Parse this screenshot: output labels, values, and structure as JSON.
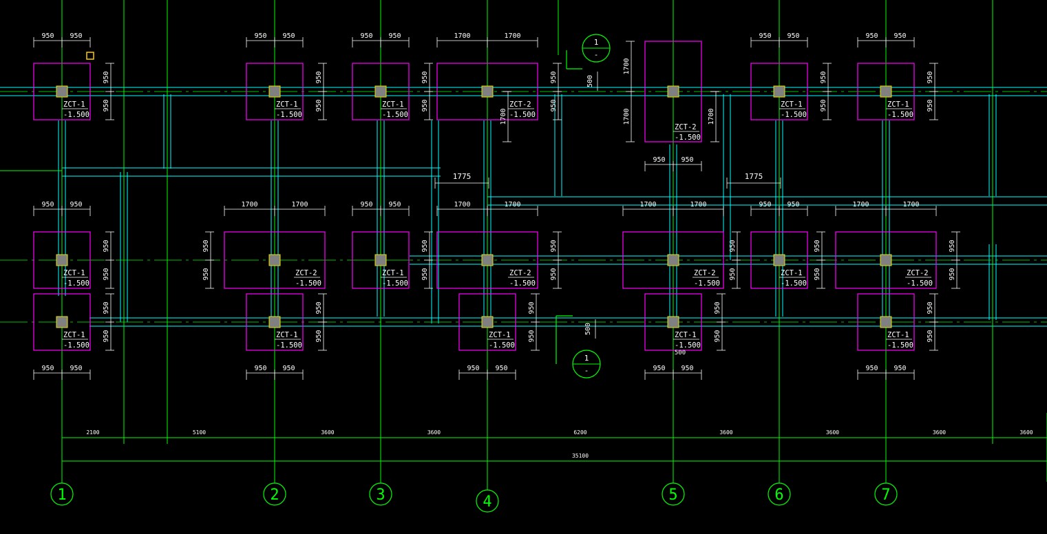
{
  "colors": {
    "background": "#000000",
    "axis": "#00ff00",
    "footing": "#ff00ff",
    "beam": "#00ffff",
    "column_fill": "#808080",
    "column_stroke": "#e8e000",
    "dimension": "#ffffff",
    "selection": "#ffcc00"
  },
  "axes": [
    {
      "label": "1"
    },
    {
      "label": "2"
    },
    {
      "label": "3"
    },
    {
      "label": "4"
    },
    {
      "label": "5"
    },
    {
      "label": "6"
    },
    {
      "label": "7"
    }
  ],
  "footing_types": {
    "small": {
      "name": "ZCT-1",
      "elevation": "-1.500",
      "half_dim": "950"
    },
    "large": {
      "name": "ZCT-2",
      "elevation": "-1.500",
      "half_dim": "1700"
    }
  },
  "special_dims": {
    "gap_1775": "1775",
    "beam_500": "500",
    "side_1700": "1700",
    "side_950": "950"
  },
  "bay_dims": [
    "2100",
    "5100",
    "3600",
    "3600",
    "6200",
    "3600",
    "3600",
    "3600",
    "3600"
  ],
  "total_dim": "35100",
  "section_mark": {
    "number": "1",
    "sheet": "-"
  }
}
